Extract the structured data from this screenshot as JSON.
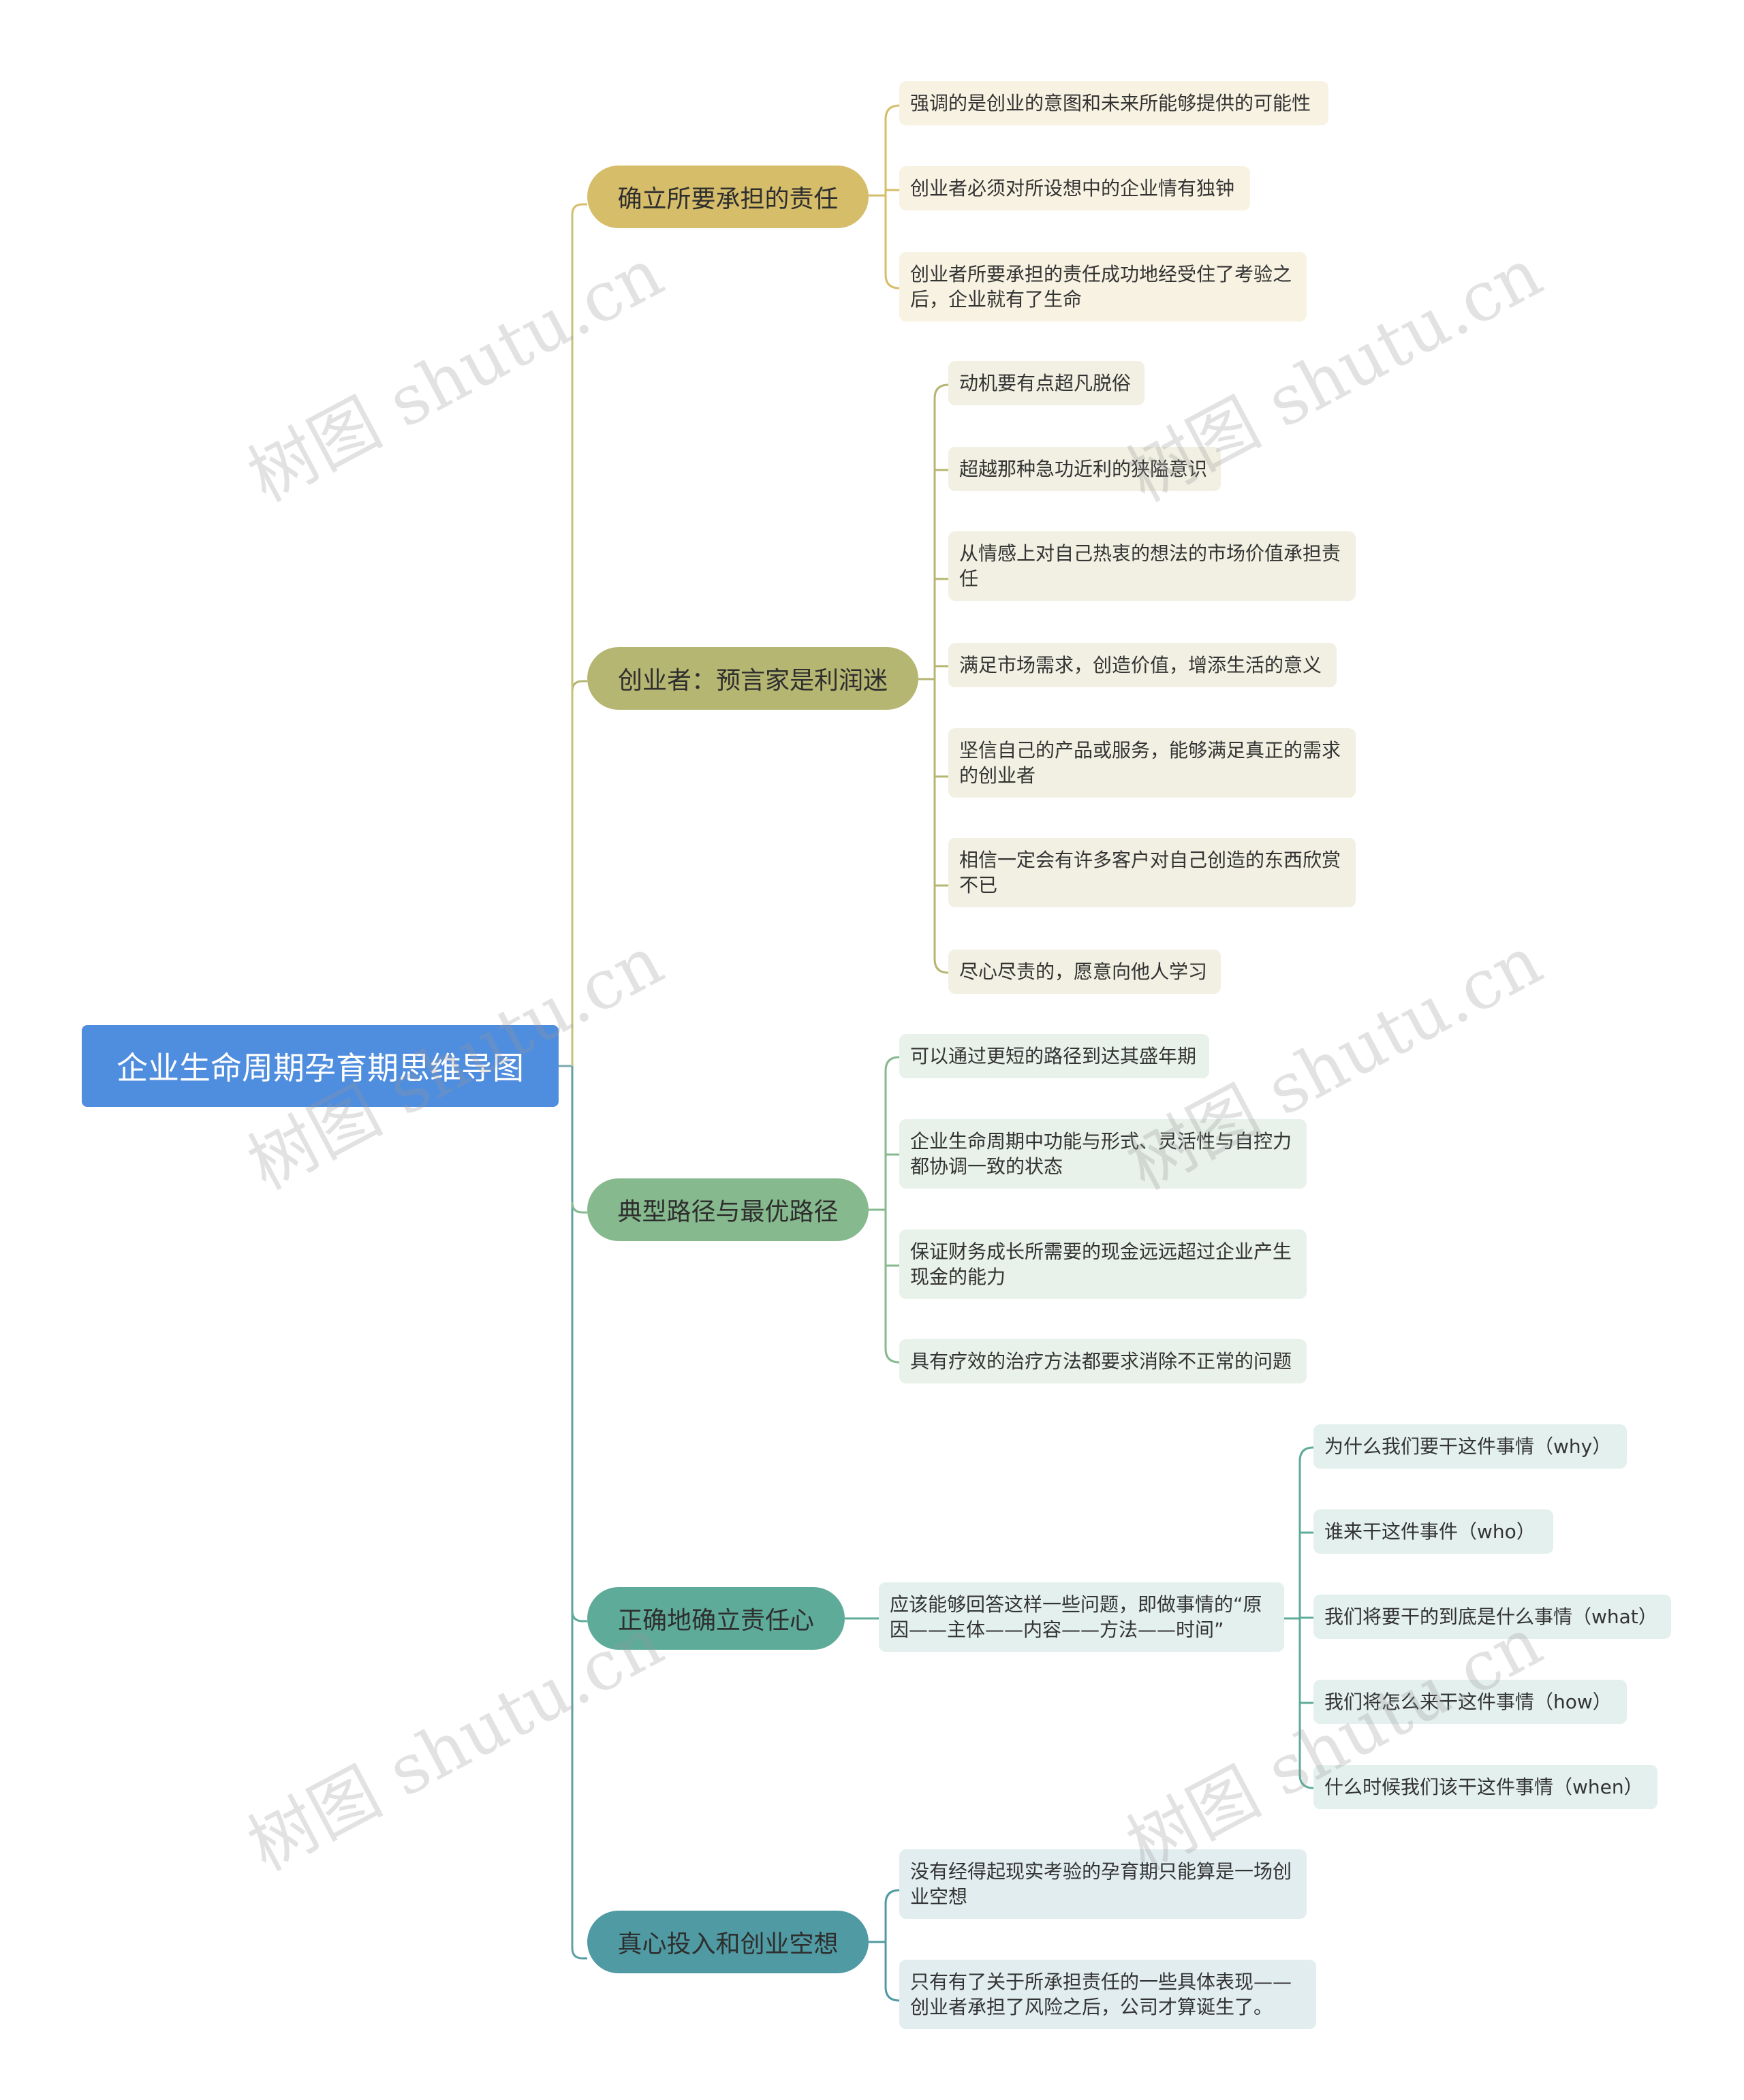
{
  "root": {
    "label": "企业生命周期孕育期思维导图"
  },
  "branches": [
    {
      "label": "确立所要承担的责任",
      "color": "#d6bd6a",
      "items": [
        "强调的是创业的意图和未来所能够提供的可能性",
        "创业者必须对所设想中的企业情有独钟",
        "创业者所要承担的责任成功地经受住了考验之后，企业就有了生命"
      ]
    },
    {
      "label": "创业者：预言家是利润迷",
      "color": "#b5b672",
      "items": [
        "动机要有点超凡脱俗",
        "超越那种急功近利的狭隘意识",
        "从情感上对自己热衷的想法的市场价值承担责任",
        "满足市场需求，创造价值，增添生活的意义",
        "坚信自己的产品或服务，能够满足真正的需求的创业者",
        "相信一定会有许多客户对自己创造的东西欣赏不已",
        "尽心尽责的，愿意向他人学习"
      ]
    },
    {
      "label": "典型路径与最优路径",
      "color": "#86b98e",
      "items": [
        "可以通过更短的路径到达其盛年期",
        "企业生命周期中功能与形式、灵活性与自控力都协调一致的状态",
        "保证财务成长所需要的现金远远超过企业产生现金的能力",
        "具有疗效的治疗方法都要求消除不正常的问题"
      ]
    },
    {
      "label": "正确地确立责任心",
      "color": "#5fab9a",
      "middle": "应该能够回答这样一些问题，即做事情的“原因——主体——内容——方法——时间”",
      "items": [
        "为什么我们要干这件事情（why）",
        "谁来干这件事件（who）",
        "我们将要干的到底是什么事情（what）",
        "我们将怎么来干这件事情（how）",
        "什么时候我们该干这件事情（when）"
      ]
    },
    {
      "label": "真心投入和创业空想",
      "color": "#4f9aa3",
      "items": [
        "没有经得起现实考验的孕育期只能算是一场创业空想",
        "只有有了关于所承担责任的一些具体表现——创业者承担了风险之后，公司才算诞生了。"
      ]
    }
  ],
  "watermark": "树图 shutu.cn"
}
